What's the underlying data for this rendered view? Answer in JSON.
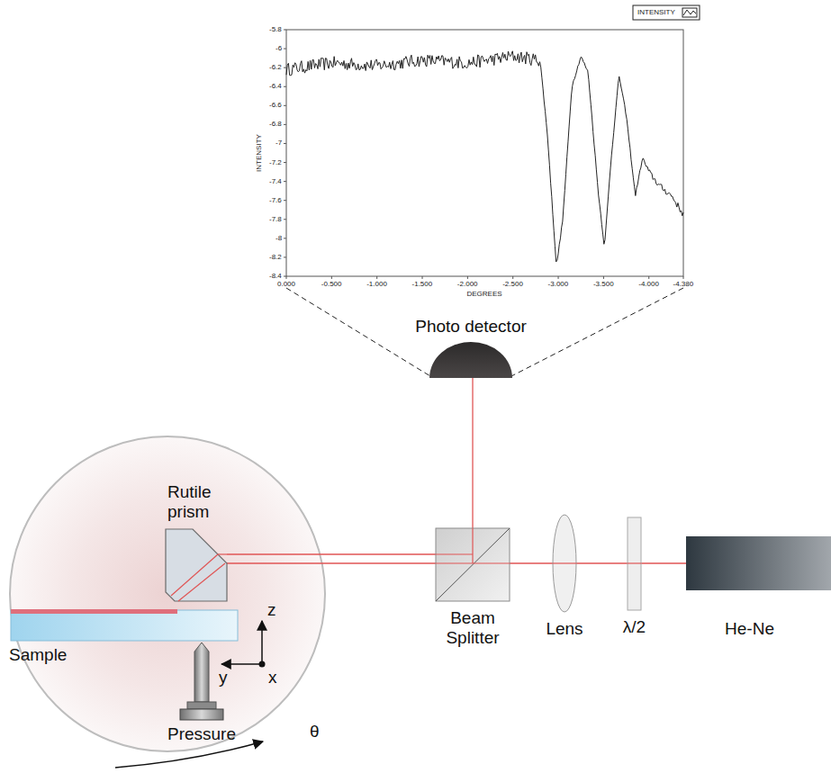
{
  "diagram": {
    "nodes": [
      {
        "text": [
          "Photo detector"
        ]
      },
      {
        "text": [
          "Rutile prism"
        ]
      },
      {
        "text": [
          "Sample"
        ]
      },
      {
        "text": [
          "Pressure"
        ]
      },
      {
        "text": [
          "Beam Splitter"
        ]
      },
      {
        "text": [
          "Lens"
        ]
      },
      {
        "text": [
          "λ/2"
        ]
      },
      {
        "text": [
          "He-Ne"
        ]
      }
    ],
    "edges": [
      {
        "from": 7,
        "to": 6,
        "arrow": "none"
      },
      {
        "from": 6,
        "to": 5,
        "arrow": "none"
      },
      {
        "from": 5,
        "to": 4,
        "arrow": "none"
      },
      {
        "from": 4,
        "to": 1,
        "arrow": "none"
      },
      {
        "from": 1,
        "to": 4,
        "arrow": "none"
      },
      {
        "from": 4,
        "to": 0,
        "arrow": "none"
      }
    ],
    "labels": [
      "-5.8",
      "-6",
      "-6.2",
      "-6.4",
      "-6.6",
      "-6.8",
      "-7",
      "-7.2",
      "-7.4",
      "-7.6",
      "-7.8",
      "-8",
      "-8.2",
      "-8.4",
      "INTENSITY",
      "0.000",
      "-0.500",
      "-1.000",
      "-1.500",
      "-2.000",
      "-2.500",
      "-3.000",
      "-3.500",
      "-4.000",
      "-4.380",
      "DEGREES",
      "z",
      "y",
      "x",
      "θ"
    ],
    "legend": [
      {
        "text": "INTENSITY"
      }
    ]
  }
}
